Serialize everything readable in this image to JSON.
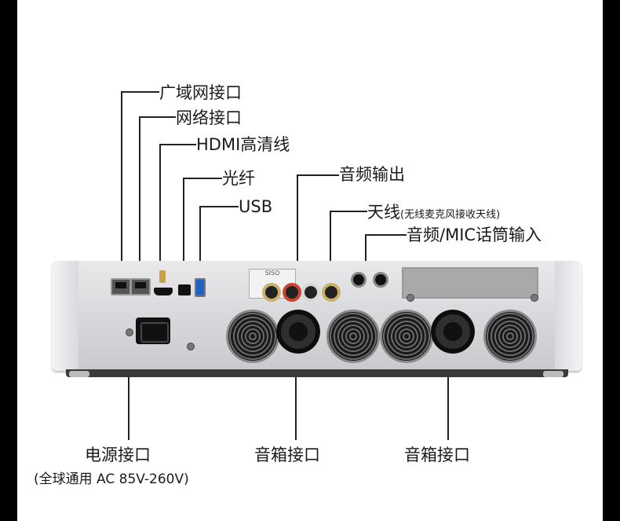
{
  "labels": {
    "wan": "广域网接口",
    "lan": "网络接口",
    "hdmi": "HDMI高清线",
    "optical": "光纤",
    "usb": "USB",
    "audio_out": "音频输出",
    "antenna": "天线",
    "antenna_note": "(无线麦克风接收天线)",
    "mic": "音频/MIC话筒输入",
    "power": "电源接口",
    "power_note": "(全球通用 AC 85V-260V)",
    "speaker_1": "音箱接口",
    "speaker_2": "音箱接口"
  },
  "device": {
    "brand_plate": "SISO"
  },
  "colors": {
    "frame": "#000000",
    "leader_line": "#222222",
    "usb_port": "#1e63c8",
    "rca_gold": "#c8b26a",
    "rca_red": "#c8452f"
  }
}
